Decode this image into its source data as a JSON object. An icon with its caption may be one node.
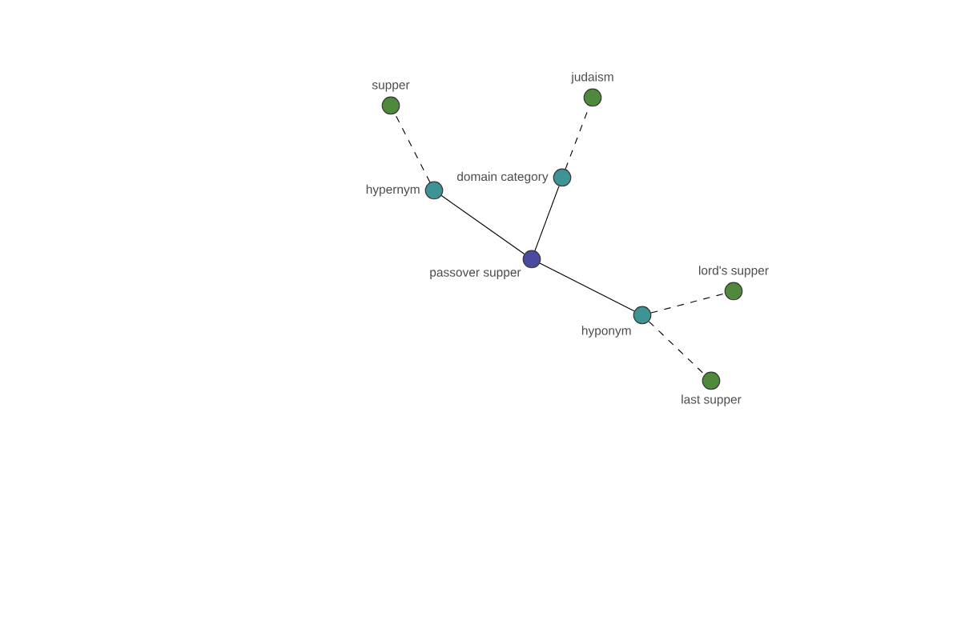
{
  "diagram": {
    "nodes": [
      {
        "text": [
          "supper"
        ]
      },
      {
        "text": [
          "judaism"
        ]
      },
      {
        "text": [
          "hypernym"
        ]
      },
      {
        "text": [
          "domain category"
        ]
      },
      {
        "text": [
          "passover supper"
        ]
      },
      {
        "text": [
          "lord's supper"
        ]
      },
      {
        "text": [
          "hyponym"
        ]
      },
      {
        "text": [
          "last supper"
        ]
      }
    ],
    "edges": [
      {
        "from": 2,
        "to": 0,
        "arrow": "none",
        "style": "dashed"
      },
      {
        "from": 3,
        "to": 1,
        "arrow": "none",
        "style": "dashed"
      },
      {
        "from": 4,
        "to": 2,
        "arrow": "none"
      },
      {
        "from": 4,
        "to": 3,
        "arrow": "none"
      },
      {
        "from": 4,
        "to": 6,
        "arrow": "none"
      },
      {
        "from": 6,
        "to": 5,
        "arrow": "none",
        "style": "dashed"
      },
      {
        "from": 6,
        "to": 7,
        "arrow": "none",
        "style": "dashed"
      }
    ]
  }
}
